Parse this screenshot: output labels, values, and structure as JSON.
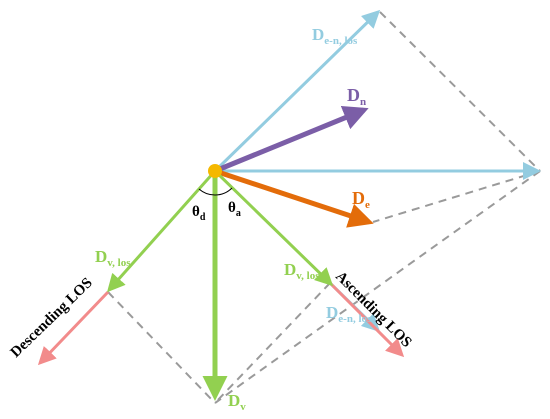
{
  "diagram": {
    "colors": {
      "blue": "#93cce0",
      "purple": "#7b5ea7",
      "orange": "#e36c0a",
      "green": "#92d050",
      "red": "#f28b8b",
      "dashed": "#9a9a9a",
      "origin": "#f5b800",
      "text": "#000000"
    },
    "labels": {
      "d_en_los": {
        "main": "D",
        "sub": "e-n, los"
      },
      "d_n": {
        "main": "D",
        "sub": "n"
      },
      "d_e": {
        "main": "D",
        "sub": "e"
      },
      "d_v_los_left": {
        "main": "D",
        "sub": "v, los"
      },
      "d_v_los_right": {
        "main": "D",
        "sub": "v, los"
      },
      "d_en_los_right": {
        "main": "D",
        "sub": "e-n, los"
      },
      "d_v": {
        "main": "D",
        "sub": "v"
      },
      "theta_d": {
        "main": "θ",
        "sub": "d"
      },
      "theta_a": {
        "main": "θ",
        "sub": "a"
      }
    },
    "descending_los": "Descending LOS",
    "ascending_los": "Ascending LOS"
  }
}
